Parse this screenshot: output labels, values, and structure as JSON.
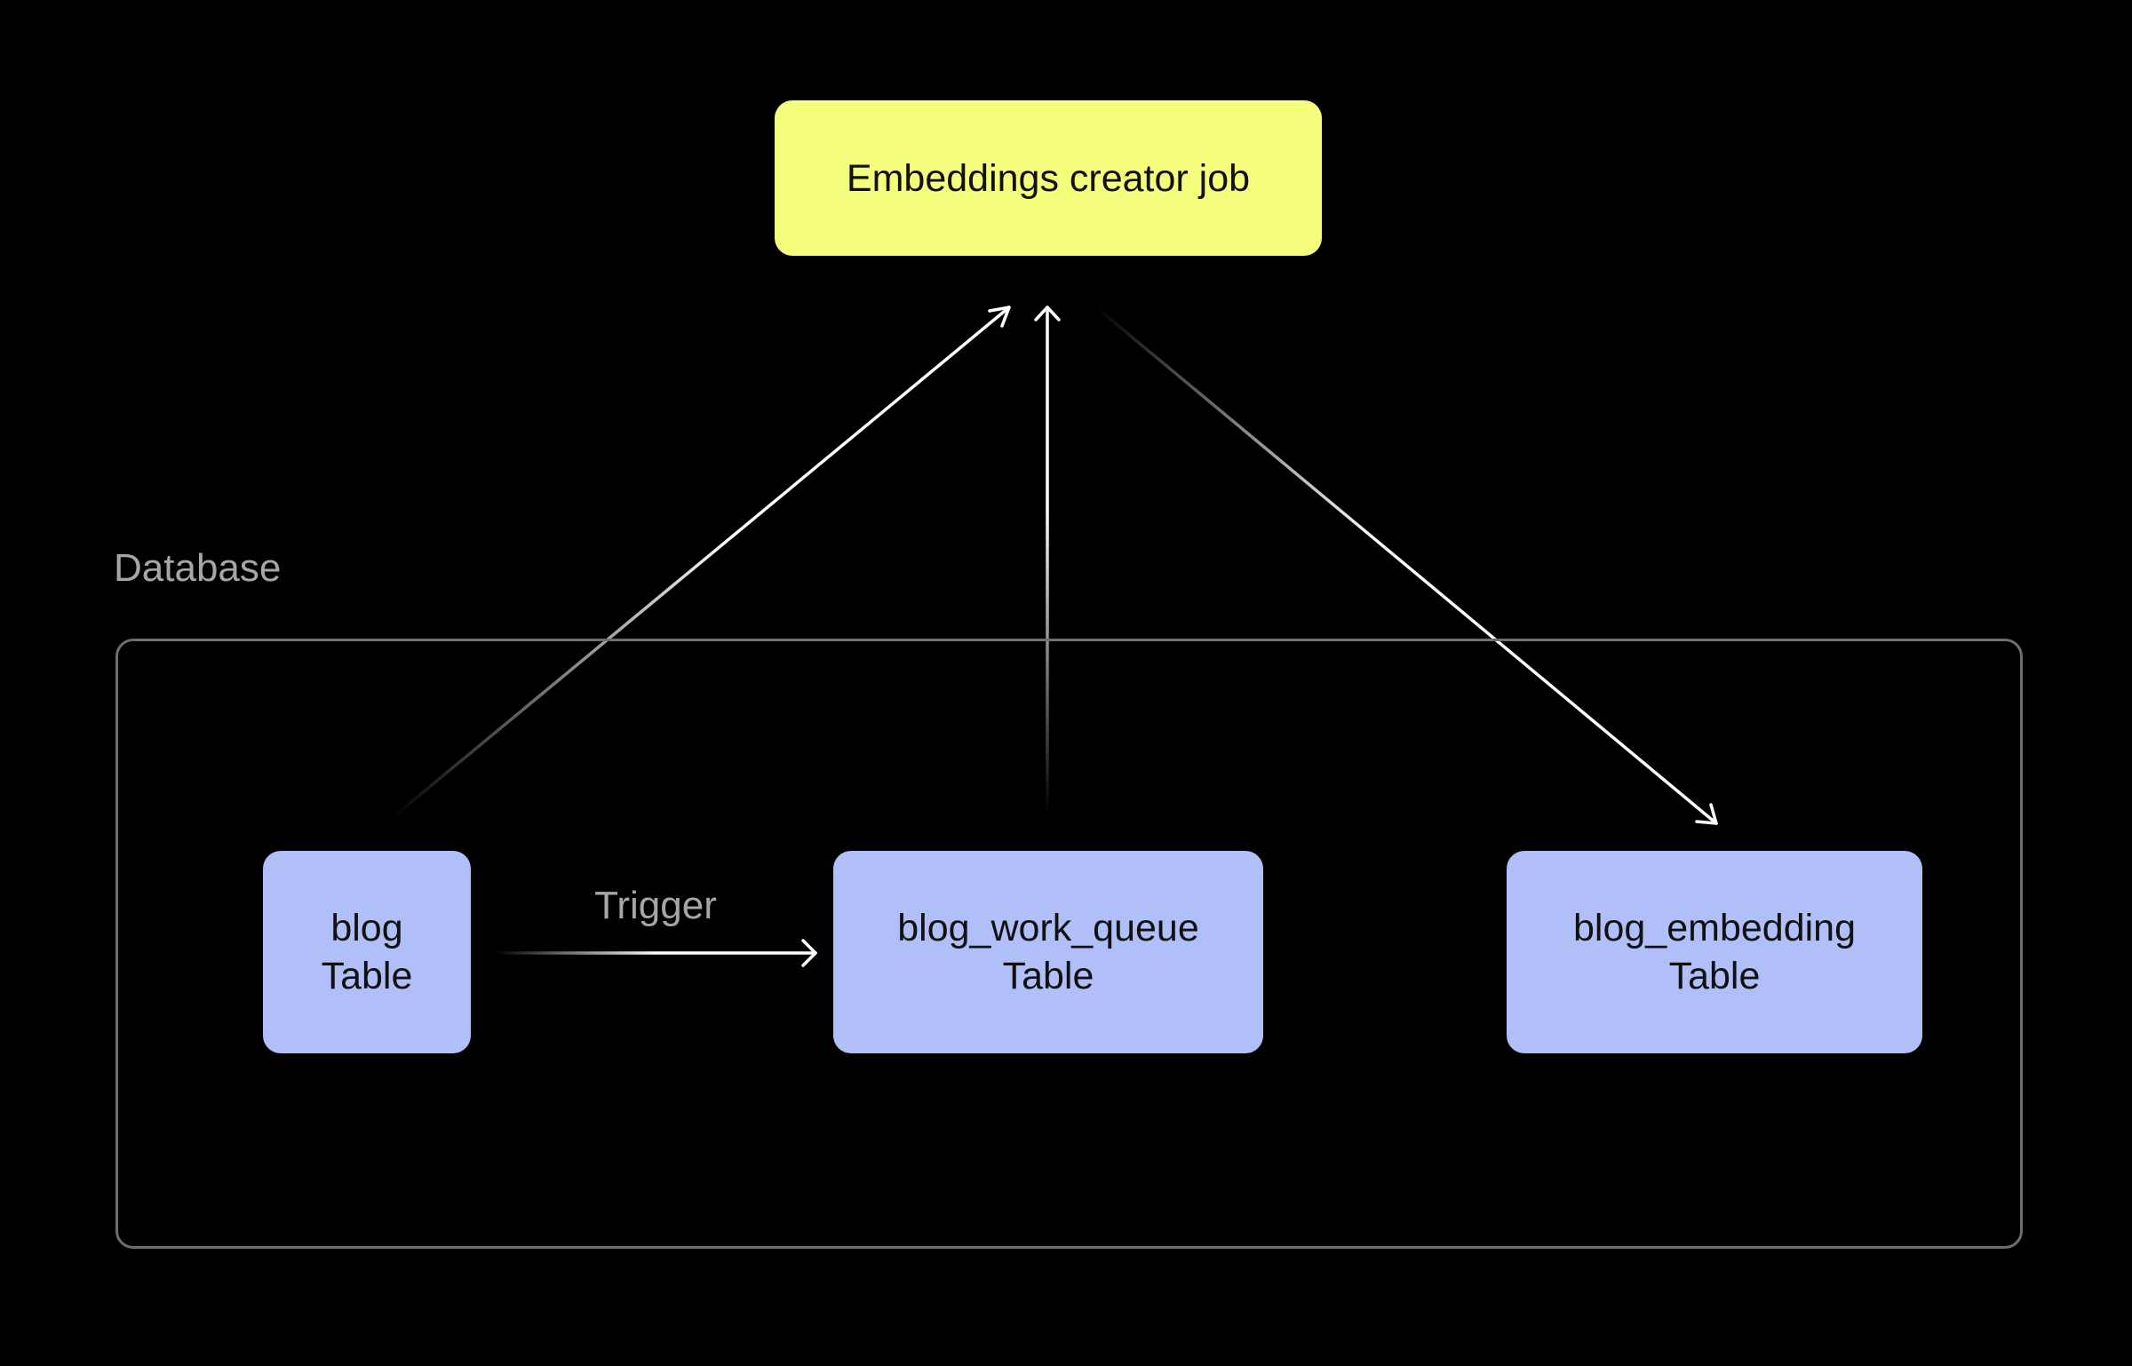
{
  "diagram": {
    "job": {
      "label": "Embeddings creator job"
    },
    "database": {
      "label": "Database"
    },
    "tables": [
      {
        "name": "blog",
        "kind": "Table"
      },
      {
        "name": "blog_work_queue",
        "kind": "Table"
      },
      {
        "name": "blog_embedding",
        "kind": "Table"
      }
    ],
    "edges": [
      {
        "from": "blog",
        "to": "blog_work_queue",
        "label": "Trigger"
      },
      {
        "from": "blog",
        "to": "Embeddings creator job",
        "label": ""
      },
      {
        "from": "blog_work_queue",
        "to": "Embeddings creator job",
        "label": ""
      },
      {
        "from": "Embeddings creator job",
        "to": "blog_embedding",
        "label": ""
      }
    ],
    "colors": {
      "background": "#000000",
      "job_fill": "#f4fd7c",
      "table_fill": "#b1bff8",
      "container_border": "#6e6e6e",
      "arrow": "#ffffff",
      "label_text": "#a6a6a6"
    }
  }
}
